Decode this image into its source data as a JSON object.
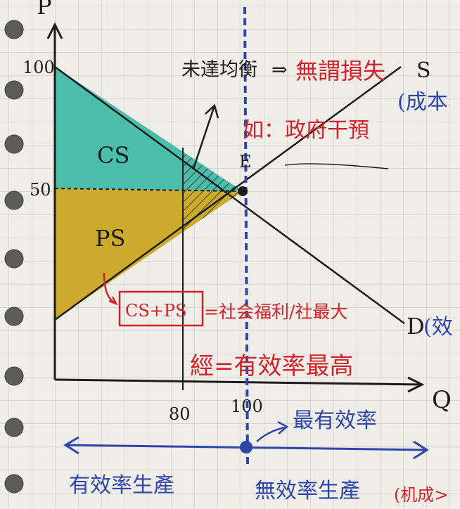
{
  "axes": {
    "y_label": "P",
    "x_label": "Q",
    "y_ticks": [
      "100",
      "50"
    ],
    "x_ticks": [
      "80",
      "100"
    ]
  },
  "regions": {
    "cs": "CS",
    "ps": "PS"
  },
  "curves": {
    "supply_label": "S",
    "supply_note": "(成本",
    "demand_label": "D",
    "demand_note": "(效",
    "equilibrium_label": "E"
  },
  "annotations": {
    "disequilibrium": "未達均衡",
    "deadweight_loss": "無謂損失",
    "government": "如：政府干預",
    "welfare_formula": "CS+PS",
    "welfare_result": "=社会福利/社最大",
    "efficiency": "經=有效率最高",
    "most_efficient": "最有效率",
    "efficient_production": "有效率生產",
    "inefficient_production": "無效率生產",
    "cost_note": "(机成>"
  },
  "colors": {
    "cs_fill": "#3fb8a6",
    "ps_fill": "#c9a822",
    "ink_black": "#1c1c1c",
    "ink_red": "#d2232a",
    "ink_blue": "#2f45a8"
  }
}
